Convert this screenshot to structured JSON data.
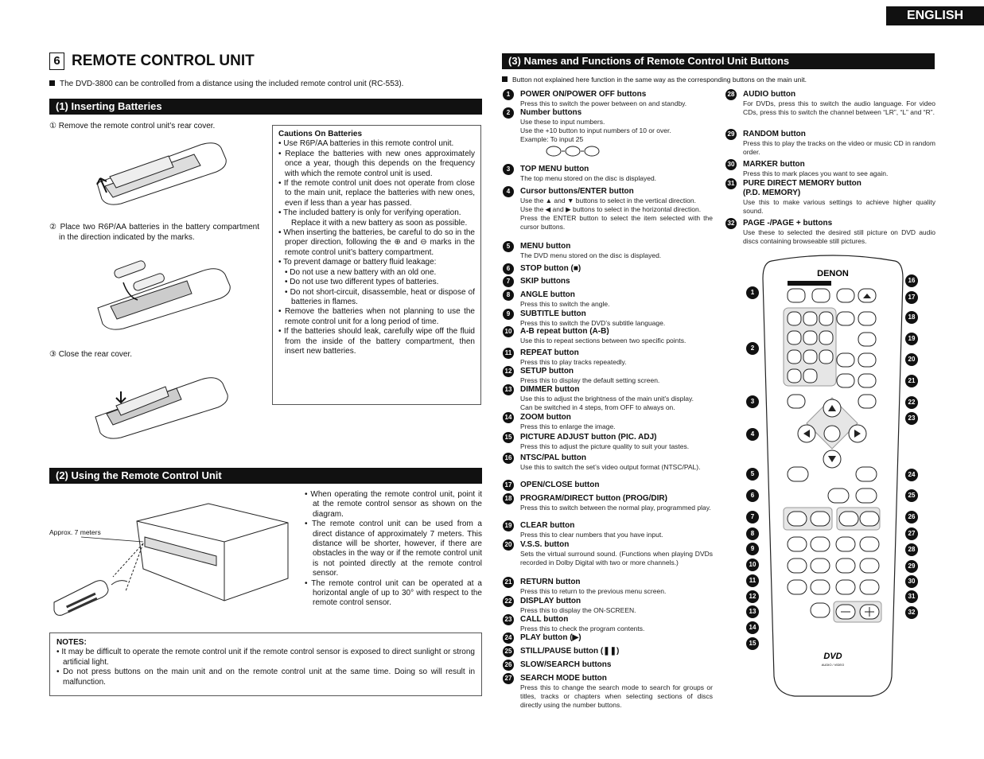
{
  "tab": "ENGLISH",
  "section": {
    "number": "6",
    "title": "REMOTE CONTROL UNIT"
  },
  "intro": "The DVD-3800 can be controlled from a distance using the included remote control unit (RC-553).",
  "inserting": {
    "heading": "(1) Inserting Batteries",
    "steps": [
      "① Remove the remote control unit’s rear cover.",
      "② Place two R6P/AA batteries in the battery compartment in the direction indicated by the marks.",
      "③ Close the rear cover."
    ]
  },
  "cautions": {
    "title": "Cautions On Batteries",
    "items": [
      {
        "text": "• Use R6P/AA batteries in this remote control unit.",
        "sub": false
      },
      {
        "text": "• Replace the batteries with new ones approximately once a year, though this depends on the frequency with which the remote control unit is used.",
        "sub": false
      },
      {
        "text": "• If the remote control unit does not operate from close to the main unit, replace the batteries with new ones, even if less than a year has passed.",
        "sub": false
      },
      {
        "text": "• The included battery is only for verifying operation.",
        "sub": false
      },
      {
        "text": "Replace it with a new battery as soon as possible.",
        "sub": false
      },
      {
        "text": "• When inserting the batteries, be careful to do so in the proper direction, following the ⊕ and ⊖ marks in the remote control unit’s battery compartment.",
        "sub": false
      },
      {
        "text": "• To prevent damage or battery fluid leakage:",
        "sub": false
      },
      {
        "text": "• Do not use a new battery with an old one.",
        "sub": true
      },
      {
        "text": "• Do not use two different types of batteries.",
        "sub": true
      },
      {
        "text": "• Do not short-circuit, disassemble, heat or dispose of batteries in flames.",
        "sub": true
      },
      {
        "text": "• Remove the batteries when not planning to use the remote control unit for a long period of time.",
        "sub": false
      },
      {
        "text": "• If the batteries should leak, carefully wipe off the fluid from the inside of the battery compartment, then insert new batteries.",
        "sub": false
      }
    ]
  },
  "using": {
    "heading": "(2) Using the Remote Control Unit",
    "distance_label": "Approx. 7 meters",
    "bullets": [
      "• When operating the remote control unit, point it at the remote control sensor as shown on the diagram.",
      "• The remote control unit can be used from a direct distance of approximately 7 meters. This distance will be shorter, however, if there are obstacles in the way or if the remote control unit is not pointed directly at the remote control sensor.",
      "• The remote control unit can be operated at a horizontal angle of up to 30° with respect to the remote control sensor."
    ]
  },
  "notes": {
    "title": "NOTES:",
    "items": [
      "• It may be difficult to operate the remote control unit if the remote control sensor is exposed to direct sunlight or strong artificial light.",
      "• Do not press buttons on the main unit and on the remote control unit at the same time. Doing so will result in malfunction."
    ]
  },
  "names": {
    "heading": "(3) Names and Functions of Remote Control Unit Buttons",
    "note": "Button not explained here function in the same way as the corresponding buttons on the main unit.",
    "left_column": [
      {
        "num": "1",
        "name": "POWER ON/POWER OFF buttons",
        "desc": "Press this to switch the power between on and standby."
      },
      {
        "num": "2",
        "name": "Number buttons",
        "desc": "Use these to input numbers.\nUse the +10 button to input numbers of 10 or over.\nExample: To input 25"
      },
      {
        "num": "3",
        "name": "TOP MENU button",
        "desc": "The top menu stored on the disc is displayed."
      },
      {
        "num": "4",
        "name": "Cursor buttons/ENTER button",
        "desc": "Use the ▲ and ▼ buttons to select in the vertical direction.\nUse the ◀ and ▶ buttons to select in the horizontal direction.\nPress the ENTER button to select the item selected with the cursor buttons."
      },
      {
        "num": "5",
        "name": "MENU button",
        "desc": "The DVD menu stored on the disc is displayed."
      },
      {
        "num": "6",
        "name": "STOP button (■)",
        "desc": ""
      },
      {
        "num": "7",
        "name": "SKIP buttons",
        "desc": ""
      },
      {
        "num": "8",
        "name": "ANGLE button",
        "desc": "Press this to switch the angle."
      },
      {
        "num": "9",
        "name": "SUBTITLE button",
        "desc": "Press this to switch the DVD’s subtitle language."
      },
      {
        "num": "10",
        "name": "A-B repeat button (A-B)",
        "desc": "Use this to repeat sections between two specific points."
      },
      {
        "num": "11",
        "name": "REPEAT button",
        "desc": "Press this to play tracks repeatedly."
      },
      {
        "num": "12",
        "name": "SETUP button",
        "desc": "Press this to display the default setting screen."
      },
      {
        "num": "13",
        "name": "DIMMER button",
        "desc": "Use this to adjust the brightness of the main unit’s display.\nCan be switched in 4 steps, from OFF to always on."
      },
      {
        "num": "14",
        "name": "ZOOM button",
        "desc": "Press this to enlarge the image."
      },
      {
        "num": "15",
        "name": "PICTURE ADJUST button (PIC. ADJ)",
        "desc": "Press this to adjust the picture quality to suit your tastes."
      },
      {
        "num": "16",
        "name": "NTSC/PAL button",
        "desc": "Use this to switch the set’s video output format (NTSC/PAL)."
      },
      {
        "num": "17",
        "name": "OPEN/CLOSE button",
        "desc": ""
      },
      {
        "num": "18",
        "name": "PROGRAM/DIRECT button (PROG/DIR)",
        "desc": "Press this to switch between the normal play, programmed play."
      },
      {
        "num": "19",
        "name": "CLEAR button",
        "desc": "Press this to clear numbers that you have input."
      },
      {
        "num": "20",
        "name": "V.S.S. button",
        "desc": "Sets the virtual surround sound. (Functions when playing DVDs recorded in Dolby Digital with two or more channels.)"
      },
      {
        "num": "21",
        "name": "RETURN button",
        "desc": "Press this to return to the previous menu screen."
      },
      {
        "num": "22",
        "name": "DISPLAY button",
        "desc": "Press this to display the ON-SCREEN."
      },
      {
        "num": "23",
        "name": "CALL button",
        "desc": "Press this to check the program contents."
      },
      {
        "num": "24",
        "name": "PLAY button (▶)",
        "desc": ""
      },
      {
        "num": "25",
        "name": "STILL/PAUSE button (❚❚)",
        "desc": ""
      },
      {
        "num": "26",
        "name": "SLOW/SEARCH buttons",
        "desc": ""
      },
      {
        "num": "27",
        "name": "SEARCH MODE button",
        "desc": "Press this to change the search mode to search for groups or titles, tracks or chapters when selecting sections of discs directly using the number buttons."
      }
    ],
    "right_column": [
      {
        "num": "28",
        "name": "AUDIO button",
        "desc": "For DVDs, press this to switch the audio language. For video CDs, press this to switch the channel between “LR”, “L” and “R”."
      },
      {
        "num": "29",
        "name": "RANDOM button",
        "desc": "Press this to play the tracks on the video or music CD in random order."
      },
      {
        "num": "30",
        "name": "MARKER button",
        "desc": "Press this to mark places you want to see again."
      },
      {
        "num": "31",
        "name": "PURE DIRECT MEMORY button\n(P.D. MEMORY)",
        "desc": "Use this to make various settings to achieve higher quality sound."
      },
      {
        "num": "32",
        "name": "PAGE -/PAGE + buttons",
        "desc": "Use these to selected the desired still picture on DVD audio discs containing browseable still pictures."
      }
    ]
  },
  "remote": {
    "brand": "DENON",
    "logo": "DVD",
    "logo_sub": "AUDIO / VIDEO"
  }
}
